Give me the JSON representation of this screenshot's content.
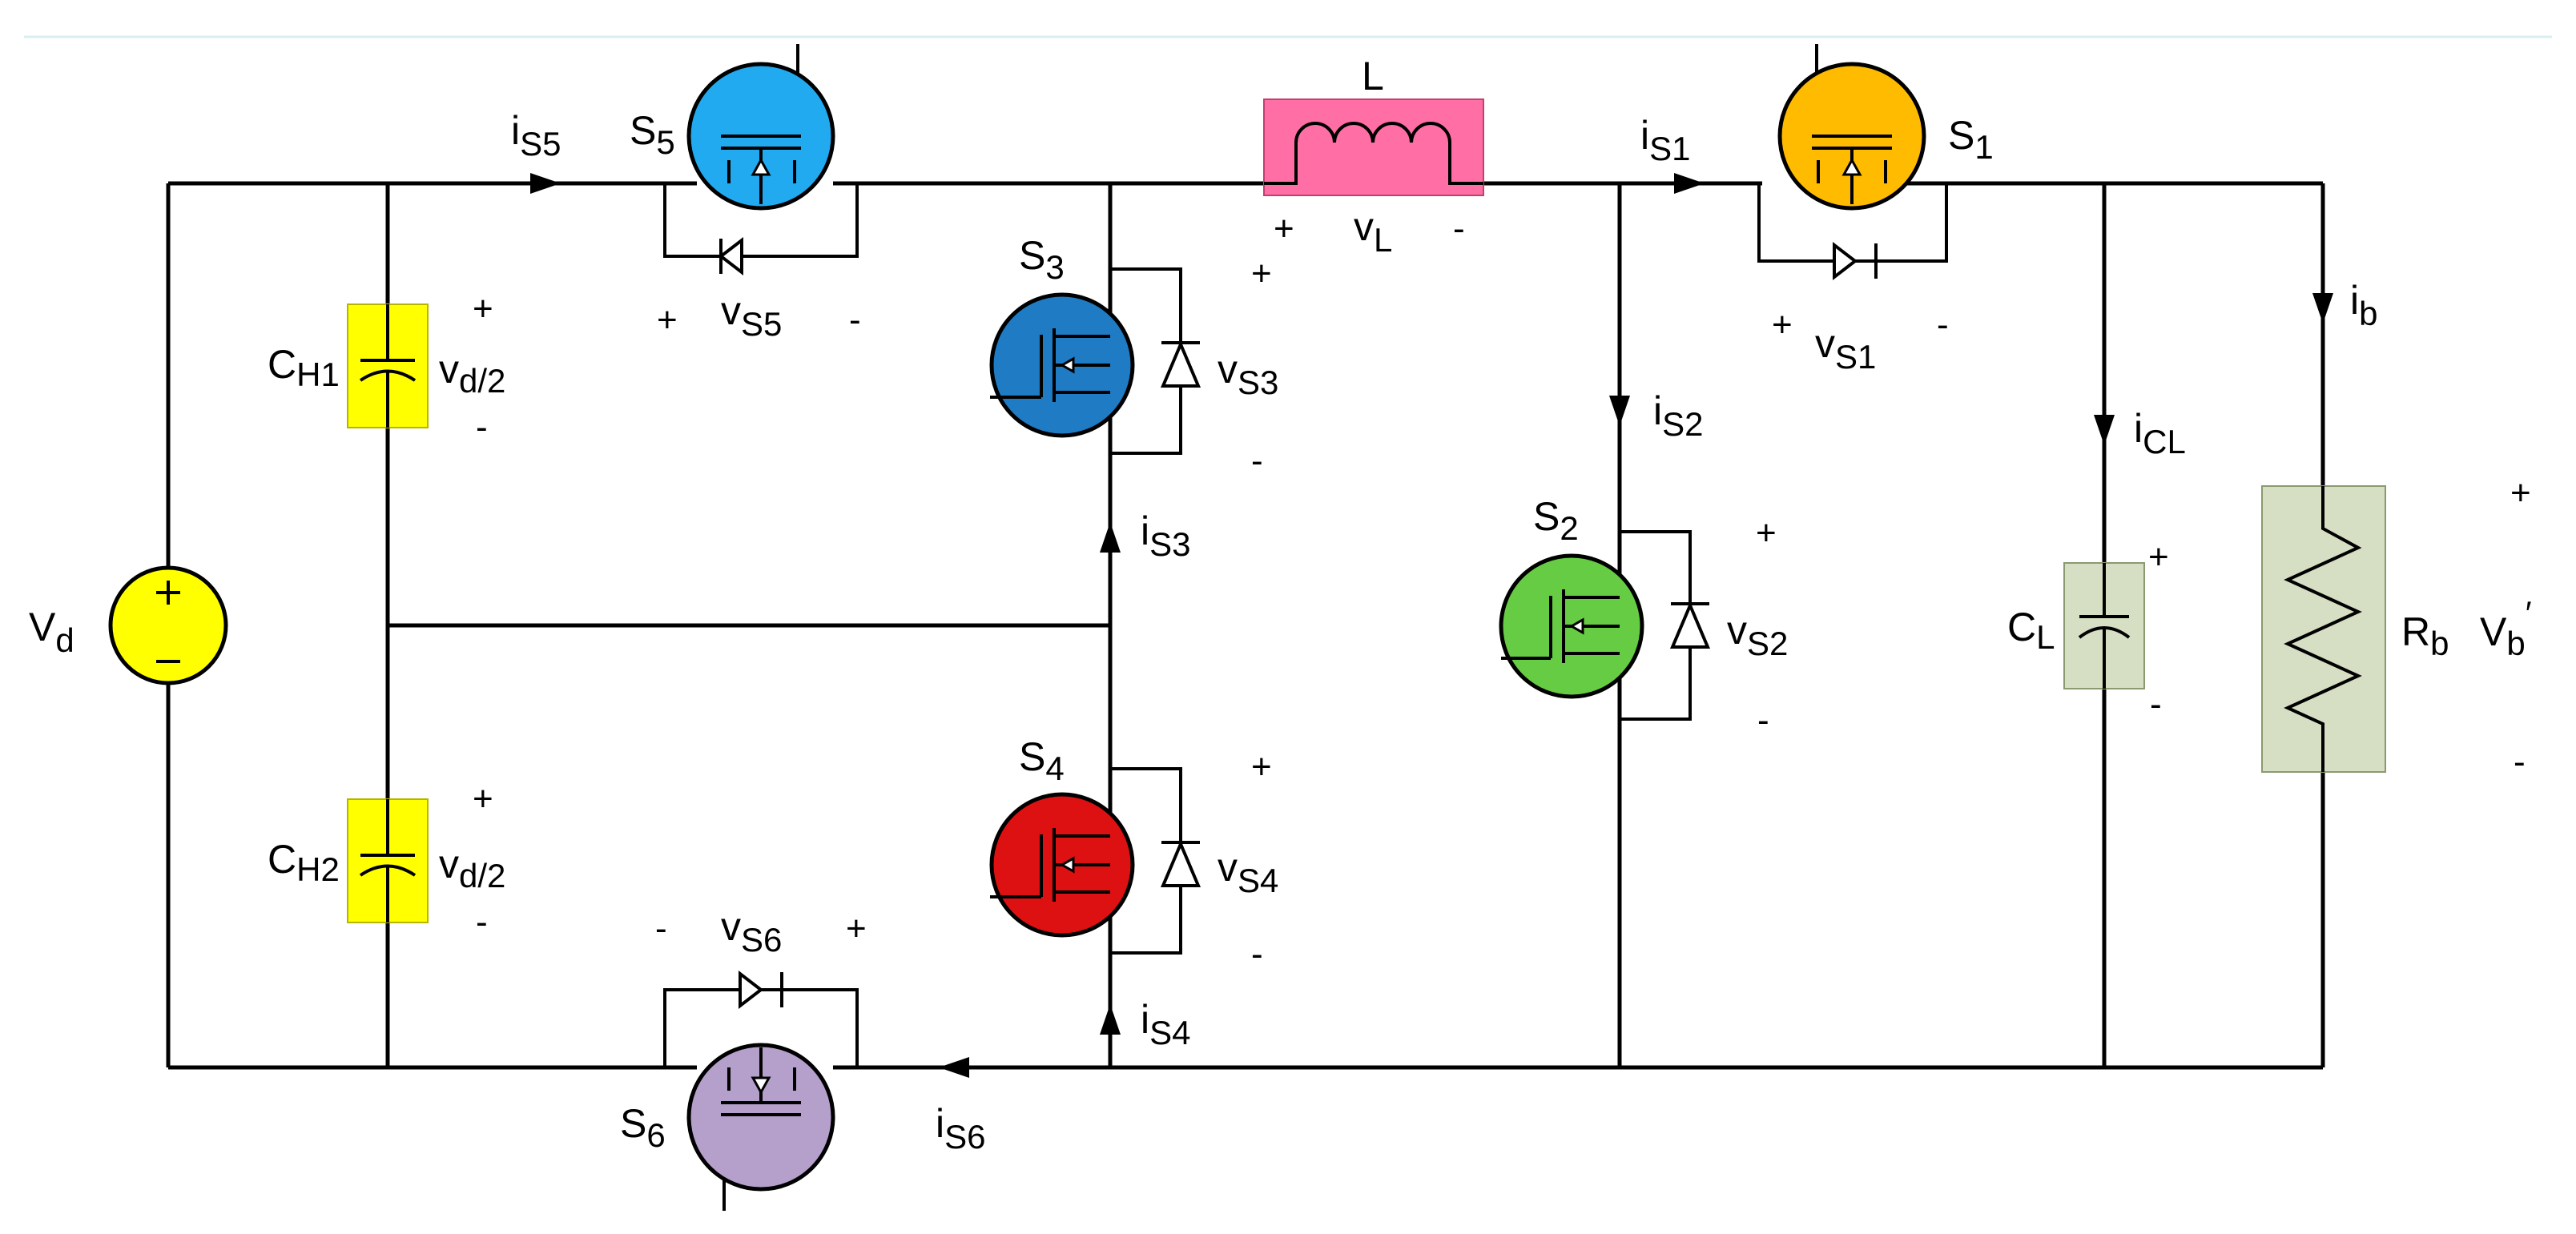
{
  "colors": {
    "top_line": "#d9eef0",
    "S1": "#ffbb00",
    "S2": "#66cc44",
    "S3": "#1e7bc4",
    "S4": "#dd1111",
    "S5": "#22aaf0",
    "S6": "#b5a0cc",
    "source": "#ffff00",
    "capacitor_CH": "#ffff00",
    "inductor": "#ff6fa5",
    "load": "#d6dec3"
  },
  "labels": {
    "Vd": {
      "main": "V",
      "sub": "d"
    },
    "CH1": {
      "main": "C",
      "sub": "H1"
    },
    "CH2": {
      "main": "C",
      "sub": "H2"
    },
    "CL": {
      "main": "C",
      "sub": "L"
    },
    "vd2": {
      "main": "v",
      "sub": "d/2"
    },
    "L": "L",
    "vL": {
      "main": "v",
      "sub": "L"
    },
    "Rb": {
      "main": "R",
      "sub": "b"
    },
    "Vb": {
      "main": "V",
      "sub": "b",
      "prime": "′"
    },
    "S1": {
      "main": "S",
      "sub": "1"
    },
    "S2": {
      "main": "S",
      "sub": "2"
    },
    "S3": {
      "main": "S",
      "sub": "3"
    },
    "S4": {
      "main": "S",
      "sub": "4"
    },
    "S5": {
      "main": "S",
      "sub": "5"
    },
    "S6": {
      "main": "S",
      "sub": "6"
    },
    "vS1": {
      "main": "v",
      "sub": "S1"
    },
    "vS2": {
      "main": "v",
      "sub": "S2"
    },
    "vS3": {
      "main": "v",
      "sub": "S3"
    },
    "vS4": {
      "main": "v",
      "sub": "S4"
    },
    "vS5": {
      "main": "v",
      "sub": "S5"
    },
    "vS6": {
      "main": "v",
      "sub": "S6"
    },
    "iS1": {
      "main": "i",
      "sub": "S1"
    },
    "iS2": {
      "main": "i",
      "sub": "S2"
    },
    "iS3": {
      "main": "i",
      "sub": "S3"
    },
    "iS4": {
      "main": "i",
      "sub": "S4"
    },
    "iS5": {
      "main": "i",
      "sub": "S5"
    },
    "iS6": {
      "main": "i",
      "sub": "S6"
    },
    "iCL": {
      "main": "i",
      "sub": "CL"
    },
    "ib": {
      "main": "i",
      "sub": "b"
    },
    "plus": "+",
    "minus": "-"
  }
}
